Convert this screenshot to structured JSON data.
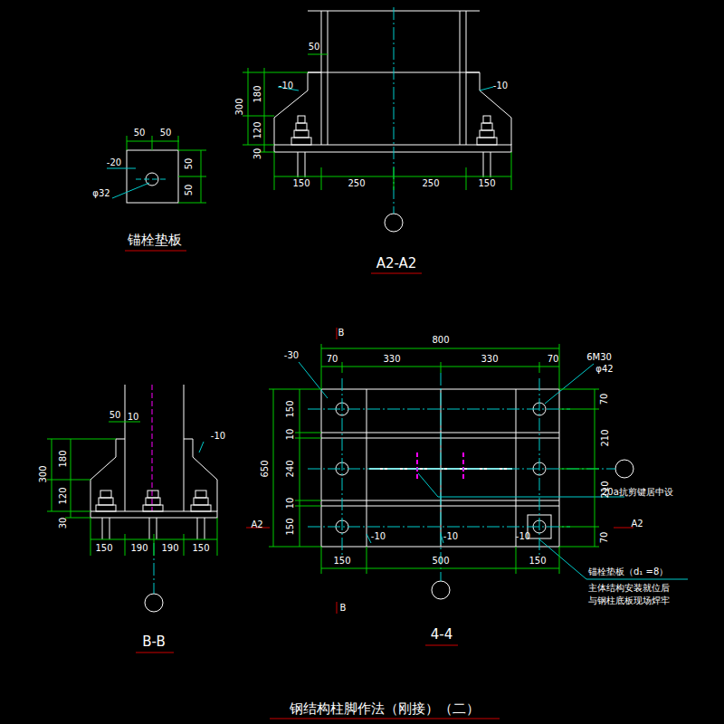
{
  "diagram": {
    "title": "钢结构柱脚作法（刚接）（二）",
    "labels": [
      "50",
      "50",
      "-20",
      "50",
      "50",
      "φ32",
      "锚栓垫板",
      "50",
      "-10",
      "-10",
      "300",
      "180",
      "120",
      "30",
      "150",
      "250",
      "250",
      "150",
      "A2-A2",
      "50",
      "10",
      "-10",
      "300",
      "180",
      "120",
      "30",
      "150",
      "190",
      "190",
      "150",
      "B-B",
      "B",
      "B",
      "800",
      "-30",
      "70",
      "330",
      "330",
      "70",
      "6M30",
      "φ42",
      "650",
      "150",
      "10",
      "240",
      "10",
      "150",
      "70",
      "210",
      "210",
      "70",
      "20a抗剪键居中设",
      "A2",
      "A2",
      "-10",
      "-10",
      "-10",
      "150",
      "500",
      "150",
      "锚栓垫板（d₁ =8）",
      "主体结构安装就位后",
      "与钢柱底板现场焊牢",
      "4-4"
    ]
  }
}
